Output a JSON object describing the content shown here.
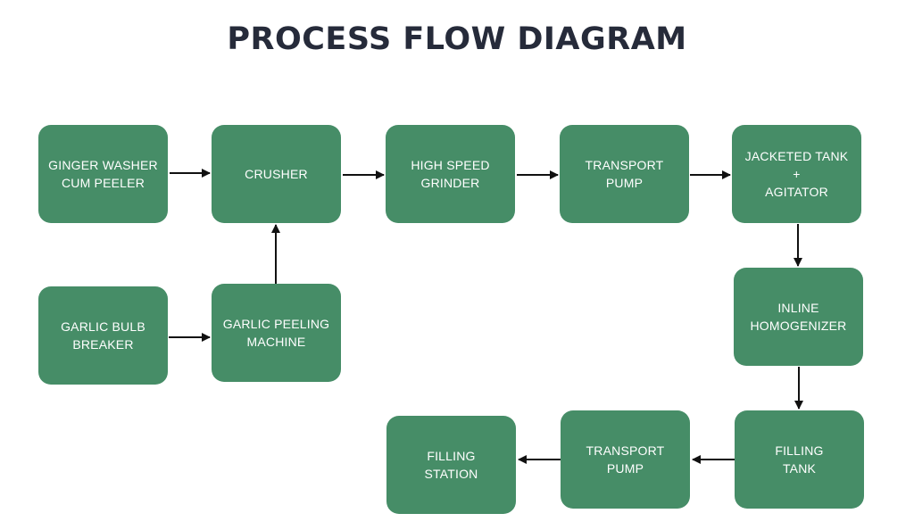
{
  "title": "PROCESS FLOW DIAGRAM",
  "nodes": [
    {
      "id": "ginger-washer",
      "label": "GINGER WASHER\nCUM PEELER"
    },
    {
      "id": "crusher",
      "label": "CRUSHER"
    },
    {
      "id": "high-speed-grinder",
      "label": "HIGH SPEED\nGRINDER"
    },
    {
      "id": "transport-pump-1",
      "label": "TRANSPORT\nPUMP"
    },
    {
      "id": "jacketed-tank",
      "label": "JACKETED TANK\n+\nAGITATOR"
    },
    {
      "id": "garlic-bulb-breaker",
      "label": "GARLIC BULB\nBREAKER"
    },
    {
      "id": "garlic-peeling-machine",
      "label": "GARLIC PEELING\nMACHINE"
    },
    {
      "id": "inline-homogenizer",
      "label": "INLINE\nHOMOGENIZER"
    },
    {
      "id": "filling-tank",
      "label": "FILLING\nTANK"
    },
    {
      "id": "transport-pump-2",
      "label": "TRANSPORT\nPUMP"
    },
    {
      "id": "filling-station",
      "label": "FILLING\nSTATION"
    }
  ],
  "edges": [
    {
      "from": "ginger-washer",
      "to": "crusher"
    },
    {
      "from": "crusher",
      "to": "high-speed-grinder"
    },
    {
      "from": "high-speed-grinder",
      "to": "transport-pump-1"
    },
    {
      "from": "transport-pump-1",
      "to": "jacketed-tank"
    },
    {
      "from": "garlic-bulb-breaker",
      "to": "garlic-peeling-machine"
    },
    {
      "from": "garlic-peeling-machine",
      "to": "crusher"
    },
    {
      "from": "jacketed-tank",
      "to": "inline-homogenizer"
    },
    {
      "from": "inline-homogenizer",
      "to": "filling-tank"
    },
    {
      "from": "filling-tank",
      "to": "transport-pump-2"
    },
    {
      "from": "transport-pump-2",
      "to": "filling-station"
    }
  ],
  "colors": {
    "node_fill": "#468d67",
    "node_text": "#ffffff",
    "title_text": "#262b3a",
    "arrow": "#111111"
  }
}
